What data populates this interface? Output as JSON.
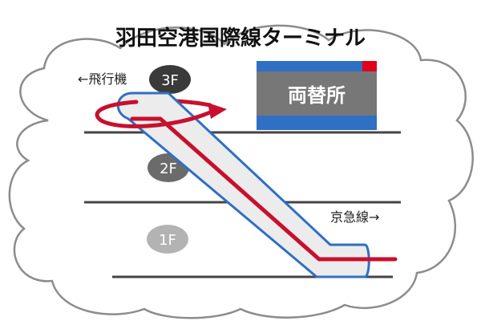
{
  "title": "羽田空港国際線ターミナル",
  "labels": {
    "to_airplane": "←飛行機",
    "exchange": "両替所",
    "to_keikyu": "京急線→"
  },
  "floors": [
    {
      "label": "3F",
      "color": "#3a3a3a"
    },
    {
      "label": "2F",
      "color": "#6b6b6b"
    },
    {
      "label": "1F",
      "color": "#b3b3b3"
    }
  ],
  "colors": {
    "escalator_fill": "#ececec",
    "escalator_outline": "#2f6fc4",
    "route": "#c8102e",
    "exchange_bg": "#777777",
    "exchange_band": "#2f6fc4",
    "exchange_accent": "#e0001b",
    "floor_line": "#444444",
    "cloud_outline": "#8c8c8c"
  }
}
